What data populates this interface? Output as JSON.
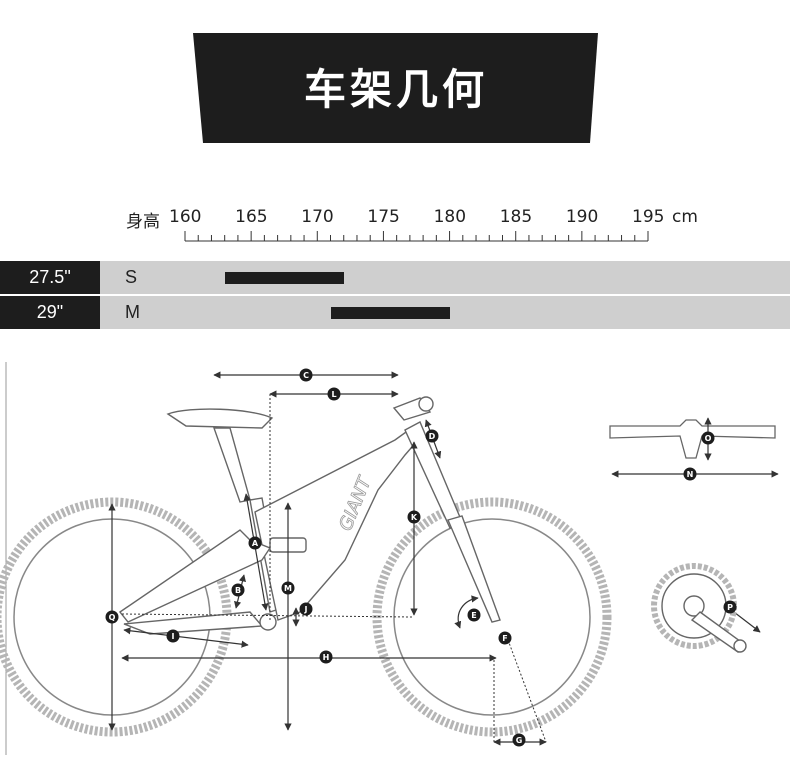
{
  "title": "车架几何",
  "height_scale": {
    "label": "身高",
    "ticks": [
      "160",
      "165",
      "170",
      "175",
      "180",
      "185",
      "190",
      "195"
    ],
    "unit": "cm"
  },
  "size_rows": [
    {
      "wheel": "27.5\"",
      "size": "S",
      "range_cm": [
        163,
        172
      ]
    },
    {
      "wheel": "29\"",
      "size": "M",
      "range_cm": [
        171,
        180
      ]
    }
  ],
  "geometry_labels": [
    "A",
    "B",
    "C",
    "D",
    "E",
    "F",
    "G",
    "H",
    "I",
    "J",
    "K",
    "L",
    "M",
    "N",
    "O",
    "P",
    "Q"
  ],
  "colors": {
    "dark": "#1d1d1d",
    "row_bg": "#cfcfcf",
    "line": "#333333"
  }
}
